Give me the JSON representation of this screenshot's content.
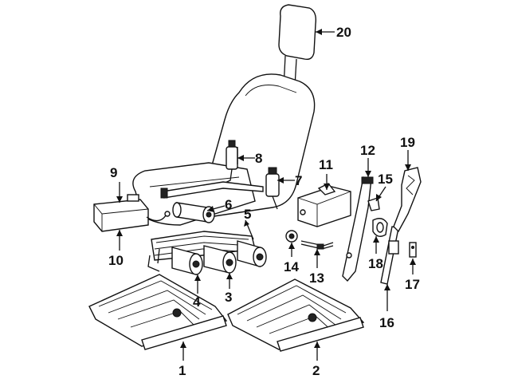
{
  "diagram": {
    "callouts": [
      {
        "id": "1",
        "label": "1"
      },
      {
        "id": "2",
        "label": "2"
      },
      {
        "id": "3",
        "label": "3"
      },
      {
        "id": "4",
        "label": "4"
      },
      {
        "id": "5",
        "label": "5"
      },
      {
        "id": "6",
        "label": "6"
      },
      {
        "id": "7",
        "label": "7"
      },
      {
        "id": "8",
        "label": "8"
      },
      {
        "id": "9",
        "label": "9"
      },
      {
        "id": "10",
        "label": "10"
      },
      {
        "id": "11",
        "label": "11"
      },
      {
        "id": "12",
        "label": "12"
      },
      {
        "id": "13",
        "label": "13"
      },
      {
        "id": "14",
        "label": "14"
      },
      {
        "id": "15",
        "label": "15"
      },
      {
        "id": "16",
        "label": "16"
      },
      {
        "id": "17",
        "label": "17"
      },
      {
        "id": "18",
        "label": "18"
      },
      {
        "id": "19",
        "label": "19"
      },
      {
        "id": "20",
        "label": "20"
      }
    ],
    "colors": {
      "line": "#111111",
      "background": "#ffffff"
    }
  }
}
